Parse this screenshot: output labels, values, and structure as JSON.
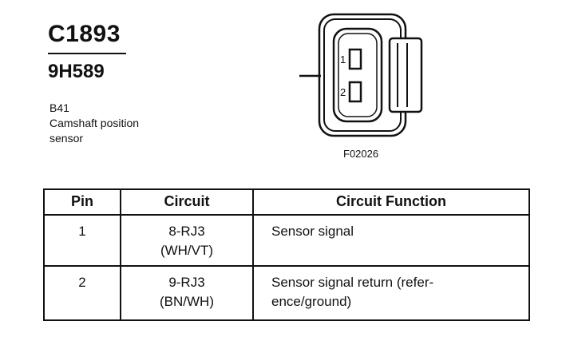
{
  "connector": {
    "id": "C1893",
    "part_number": "9H589",
    "location_code": "B41",
    "description_lines": [
      "Camshaft position",
      "sensor"
    ]
  },
  "drawing": {
    "code": "F02026",
    "pin_labels": [
      "1",
      "2"
    ]
  },
  "table": {
    "headers": {
      "pin": "Pin",
      "circuit": "Circuit",
      "function": "Circuit Function"
    },
    "rows": [
      {
        "pin": "1",
        "circuit_lines": [
          "8-RJ3",
          "(WH/VT)"
        ],
        "function_lines": [
          "Sensor signal"
        ]
      },
      {
        "pin": "2",
        "circuit_lines": [
          "9-RJ3",
          "(BN/WH)"
        ],
        "function_lines": [
          "Sensor signal return (refer-",
          "ence/ground)"
        ]
      }
    ]
  }
}
